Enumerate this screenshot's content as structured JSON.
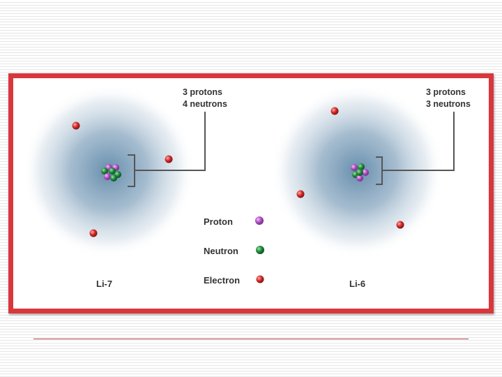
{
  "diagram": {
    "atoms": [
      {
        "name": "Li-7",
        "callout_line1": "3 protons",
        "callout_line2": "4 neutrons",
        "protons": 3,
        "neutrons": 4,
        "electrons": 3
      },
      {
        "name": "Li-6",
        "callout_line1": "3 protons",
        "callout_line2": "3 neutrons",
        "protons": 3,
        "neutrons": 3,
        "electrons": 3
      }
    ],
    "legend": [
      {
        "label": "Proton",
        "color": "#b04fc4"
      },
      {
        "label": "Neutron",
        "color": "#1f8a3c"
      },
      {
        "label": "Electron",
        "color": "#d42a2a"
      }
    ],
    "colors": {
      "frame": "#d9373c",
      "cloud": "#5e88a8",
      "proton": "#b04fc4",
      "neutron": "#1f8a3c",
      "electron": "#d42a2a",
      "footer_rule": "#b23a3a"
    }
  }
}
